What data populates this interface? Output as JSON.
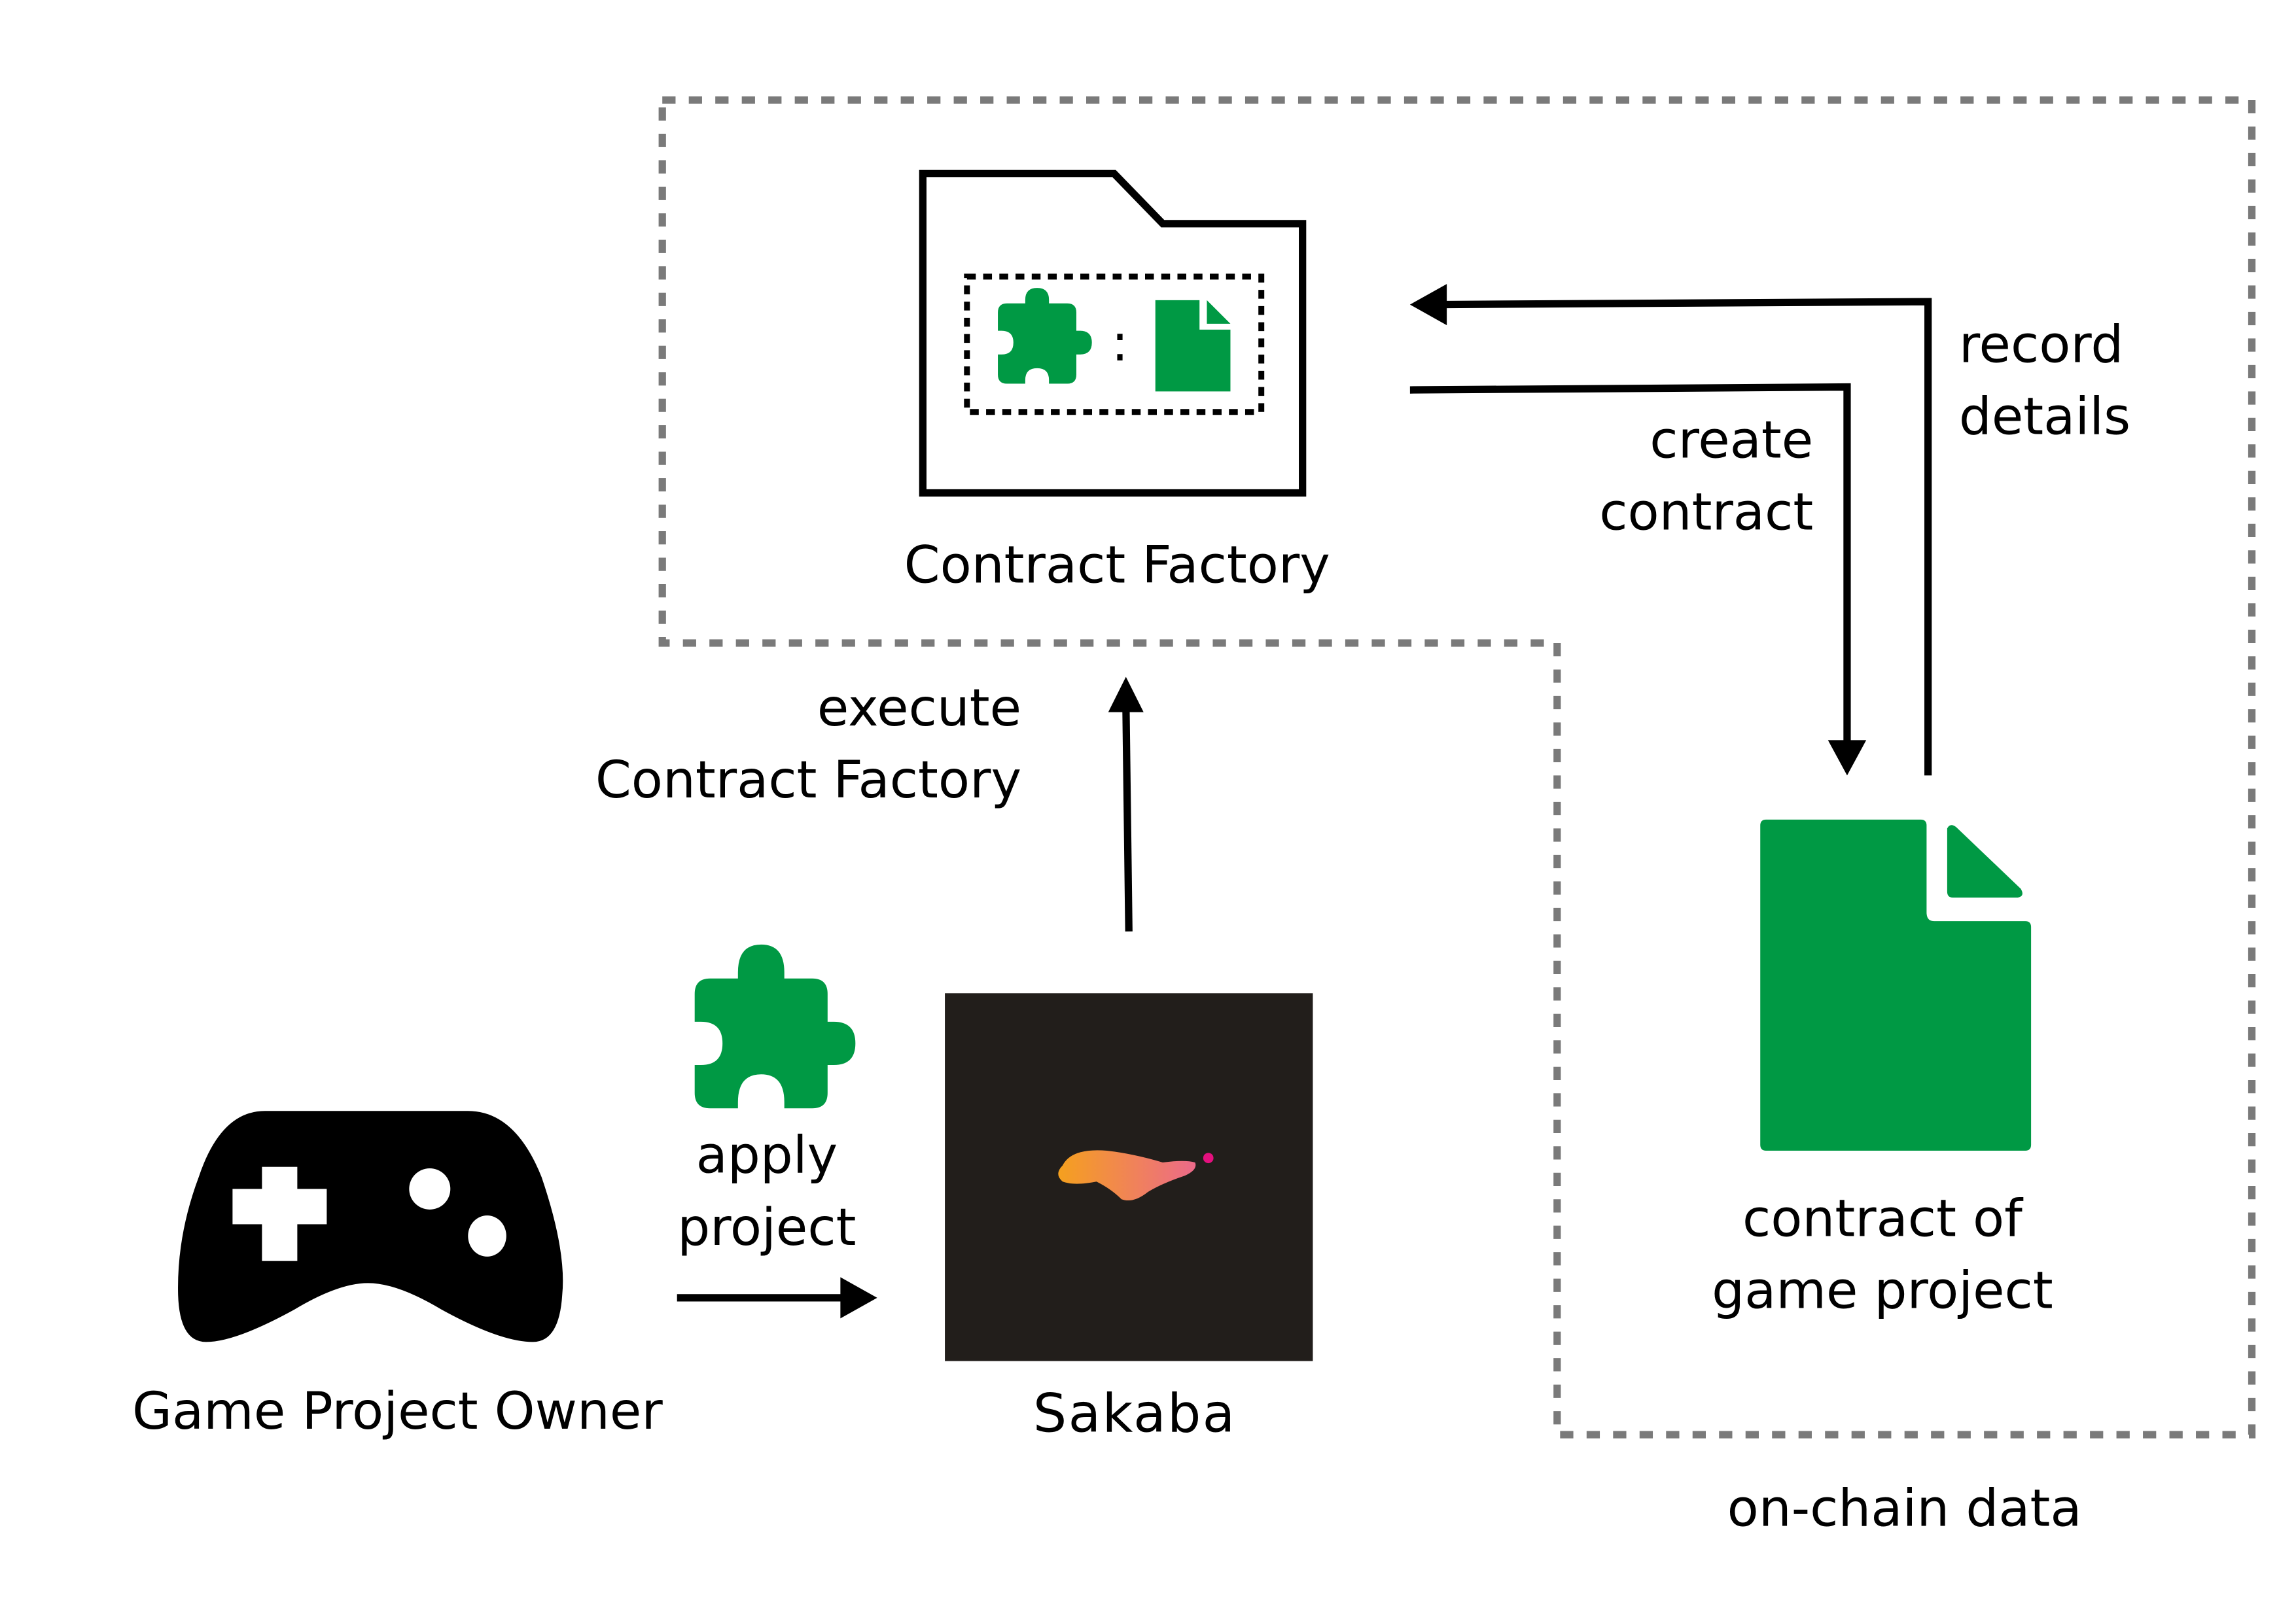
{
  "colors": {
    "green": "#009944",
    "black": "#000000",
    "dashed_border": "#7a7a7a",
    "sakaba_bg": "#221e1b",
    "logo_orange": "#f5a01e",
    "logo_pink": "#ec6a8a",
    "logo_dot": "#e4107e"
  },
  "nodes": {
    "contract_factory": {
      "label": "Contract Factory",
      "icon": "folder-icon",
      "inner_icons": [
        "puzzle-piece-icon",
        "document-icon"
      ],
      "inner_separator": ":"
    },
    "game_project_owner": {
      "label": "Game Project Owner",
      "icon": "gamepad-icon"
    },
    "sakaba": {
      "label": "Sakaba",
      "icon": "sakaba-logo"
    },
    "contract_of_game_project": {
      "label_lines": [
        "contract of",
        "game project"
      ],
      "icon": "document-icon"
    }
  },
  "edges": {
    "apply_project": {
      "label_lines": [
        "apply",
        "project"
      ],
      "icon": "puzzle-piece-icon"
    },
    "execute_factory": {
      "label_lines": [
        "execute",
        "Contract Factory"
      ]
    },
    "create_contract": {
      "label_lines": [
        "create",
        "contract"
      ]
    },
    "record_details": {
      "label_lines": [
        "record",
        "details"
      ]
    }
  },
  "regions": {
    "on_chain": {
      "label": "on-chain data"
    }
  }
}
